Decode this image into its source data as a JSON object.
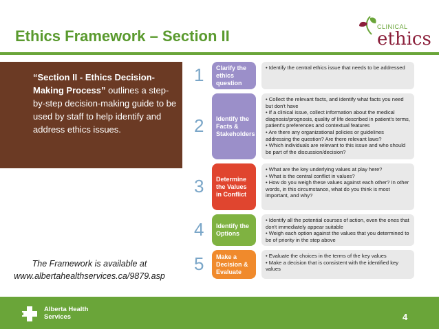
{
  "slide": {
    "title": "Ethics Framework – Section II",
    "page_number": "4"
  },
  "logo": {
    "clinical": "CLINICAL",
    "ethics": "ethics"
  },
  "intro": {
    "emphasis": "“Section II - Ethics Decision-Making Process”",
    "rest": " outlines a step-by-step decision-making guide to be used by staff to help identify and address ethics issues."
  },
  "availability": {
    "line1": "The Framework is available at",
    "url": "www.albertahealthservices.ca/9879.asp"
  },
  "footer": {
    "org_line1": "Alberta Health",
    "org_line2": "Services"
  },
  "steps": [
    {
      "num": "1",
      "label": "Clarify the ethics question",
      "color": "#9b8fc9",
      "bullets": [
        "Identify the central ethics issue that needs to be addressed"
      ]
    },
    {
      "num": "2",
      "label": "Identify the Facts & Stakeholders",
      "color": "#9b8fc9",
      "bullets": [
        "Collect the relevant facts, and identify what facts you need but don't have",
        "If a clinical issue, collect information about the medical diagnosis/prognosis, quality of life described in patient's terms, patient's preferences and contextual features",
        "Are there any organizational policies or guidelines addressing the question? Are there relevant laws?",
        "Which individuals are relevant to this issue and who should be part of the discussion/decision?"
      ]
    },
    {
      "num": "3",
      "label": "Determine the Values in Conflict",
      "color": "#e0452f",
      "bullets": [
        "What are the key underlying values at play here?",
        "What is the central conflict in values?",
        "How do you weigh these values against each other? In other words, in this circumstance, what do you think is most important, and why?"
      ]
    },
    {
      "num": "4",
      "label": "Identify the Options",
      "color": "#7fb241",
      "bullets": [
        "Identify all the potential courses of action, even the ones that don't immediately appear suitable",
        "Weigh each option against the values that you determined to be of priority in the step above"
      ]
    },
    {
      "num": "5",
      "label": "Make a Decision & Evaluate",
      "color": "#f08a2c",
      "bullets": [
        "Evaluate the choices in the terms of the key values",
        "Make a decision that is consistent with the identified key values"
      ]
    }
  ]
}
